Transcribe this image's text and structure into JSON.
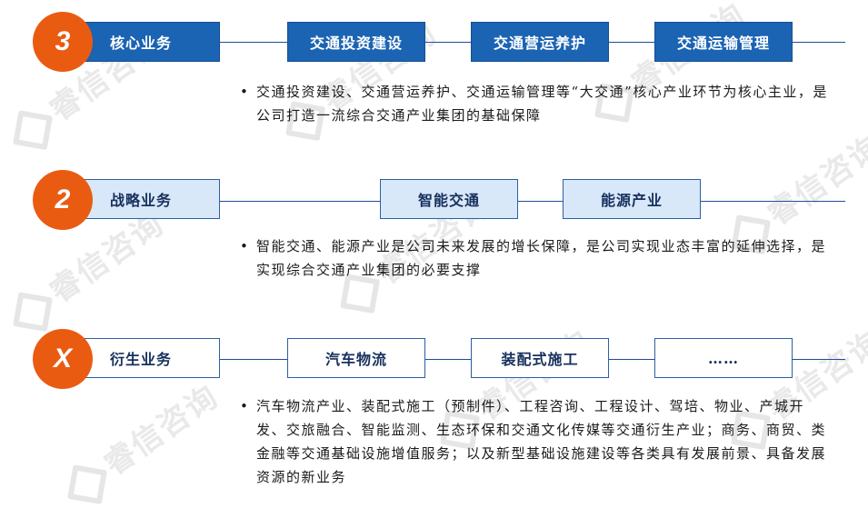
{
  "watermark": "睿信咨询",
  "tiers": [
    {
      "marker": "3",
      "category": "核心业务",
      "items": [
        "交通投资建设",
        "交通营运养护",
        "交通运输管理"
      ],
      "bullet": "•",
      "description": "交通投资建设、交通营运养护、交通运输管理等“大交通”核心产业环节为核心主业，是公司打造一流综合交通产业集团的基础保障"
    },
    {
      "marker": "2",
      "category": "战略业务",
      "items": [
        "智能交通",
        "能源产业"
      ],
      "bullet": "•",
      "description": "智能交通、能源产业是公司未来发展的增长保障，是公司实现业态丰富的延伸选择，是实现综合交通产业集团的必要支撑"
    },
    {
      "marker": "X",
      "category": "衍生业务",
      "items": [
        "汽车物流",
        "装配式施工",
        "……"
      ],
      "bullet": "•",
      "description": "汽车物流产业、装配式施工（预制件）、工程咨询、工程设计、驾培、物业、产城开发、交旅融合、智能监测、生态环保和交通文化传媒等交通衍生产业；商务、商贸、类金融等交通基础设施增值服务；以及新型基础设施建设等各类具有发展前景、具备发展资源的新业务"
    }
  ],
  "colors": {
    "accent_orange": "#ea5b12",
    "dark_blue": "#1b63b3",
    "light_blue": "#d8e8f9",
    "line_blue": "#1f4e9b"
  }
}
